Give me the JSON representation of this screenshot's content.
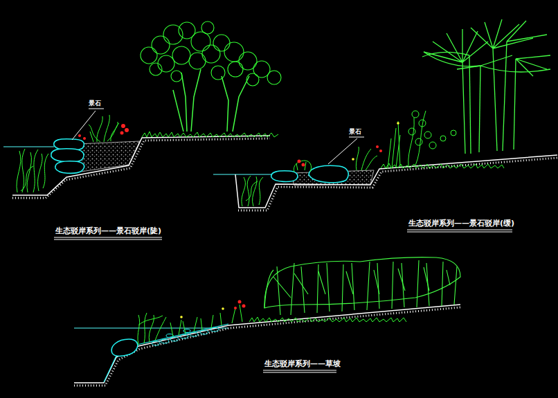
{
  "diagram": {
    "labels": [
      "景石",
      "景石",
      "生态驳岸系列——景石驳岸(陡)",
      "生态驳岸系列——景石驳岸(缓)",
      "生态驳岸系列——草坡"
    ]
  }
}
